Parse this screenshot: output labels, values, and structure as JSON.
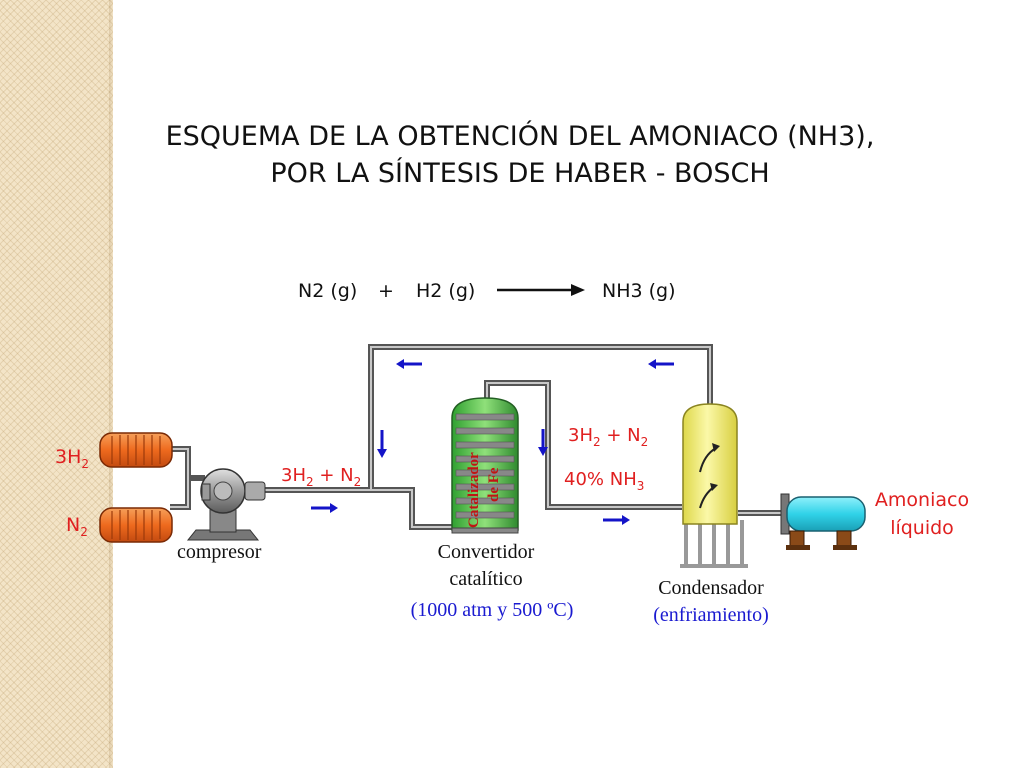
{
  "title": {
    "line1": "ESQUEMA DE LA OBTENCIÓN DEL AMONIACO (NH3),",
    "line2": "POR LA SÍNTESIS DE HABER - BOSCH"
  },
  "equation": {
    "reactant1": "N2 (g)",
    "plus": "+",
    "reactant2": "H2 (g)",
    "product": "NH3 (g)"
  },
  "diagram": {
    "tank_h2": {
      "label": "3H",
      "sub": "2"
    },
    "tank_n2": {
      "label": "N",
      "sub": "2"
    },
    "feed_label": {
      "a": "3H",
      "a_sub": "2",
      "plus": " + N",
      "b_sub": "2"
    },
    "compressor_label": "compresor",
    "converter": {
      "catalyst_line1": "Catalizador",
      "catalyst_line2": "de Fe",
      "name_line1": "Convertidor",
      "name_line2": "catalítico",
      "conditions": "(1000 atm y 500 ºC)"
    },
    "outlet_label": {
      "line1_a": "3H",
      "line1_a_sub": "2",
      "line1_plus": " + N",
      "line1_b_sub": "2",
      "line2": "40%  NH",
      "line2_sub": "3"
    },
    "condenser": {
      "name": "Condensador",
      "note": "(enfriamiento)"
    },
    "product_label": {
      "line1": "Amoniaco",
      "line2": "líquido"
    }
  },
  "colors": {
    "pipe": "#555555",
    "arrow": "#1414c8",
    "red_label": "#e02020",
    "blue_label": "#1a1ad0",
    "tank_orange": "#ee6a1e",
    "condenser_yellow": "#f6f07a",
    "receiver_cyan": "#30d2e8"
  }
}
